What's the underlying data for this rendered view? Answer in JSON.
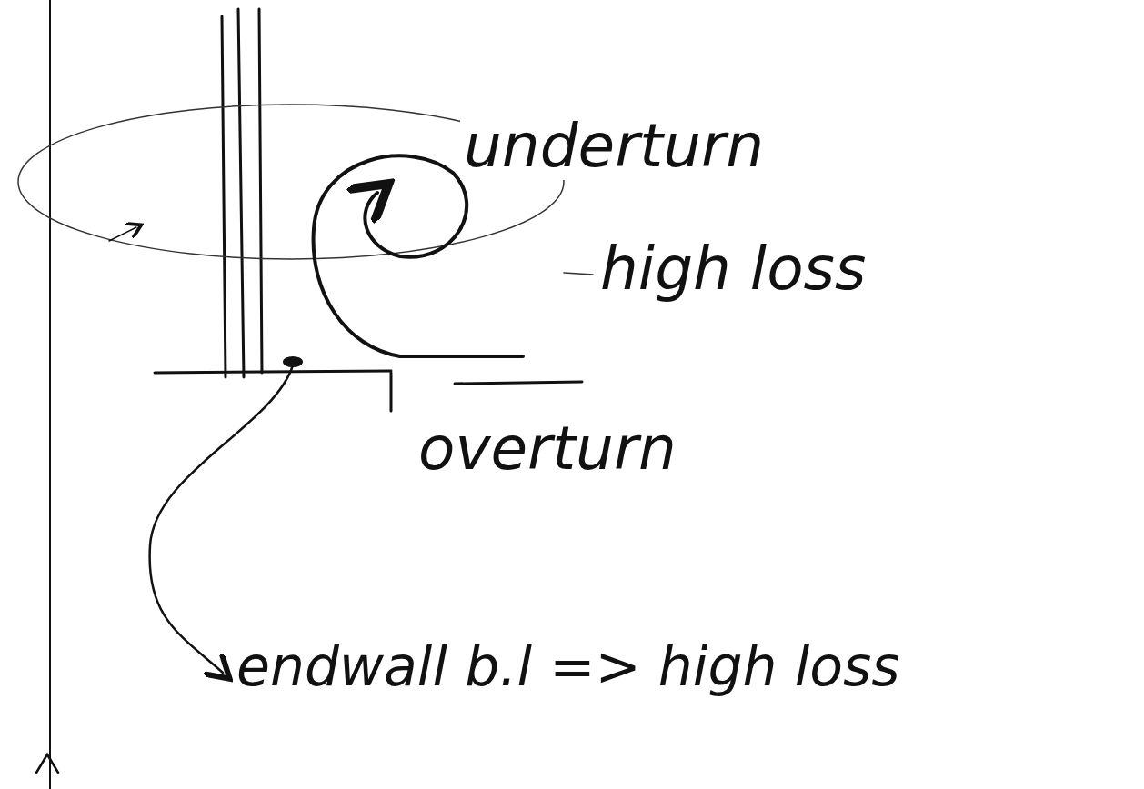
{
  "diagram": {
    "labels": [
      "underturn",
      "high loss",
      "overturn",
      "endwall b.l => high loss"
    ]
  }
}
